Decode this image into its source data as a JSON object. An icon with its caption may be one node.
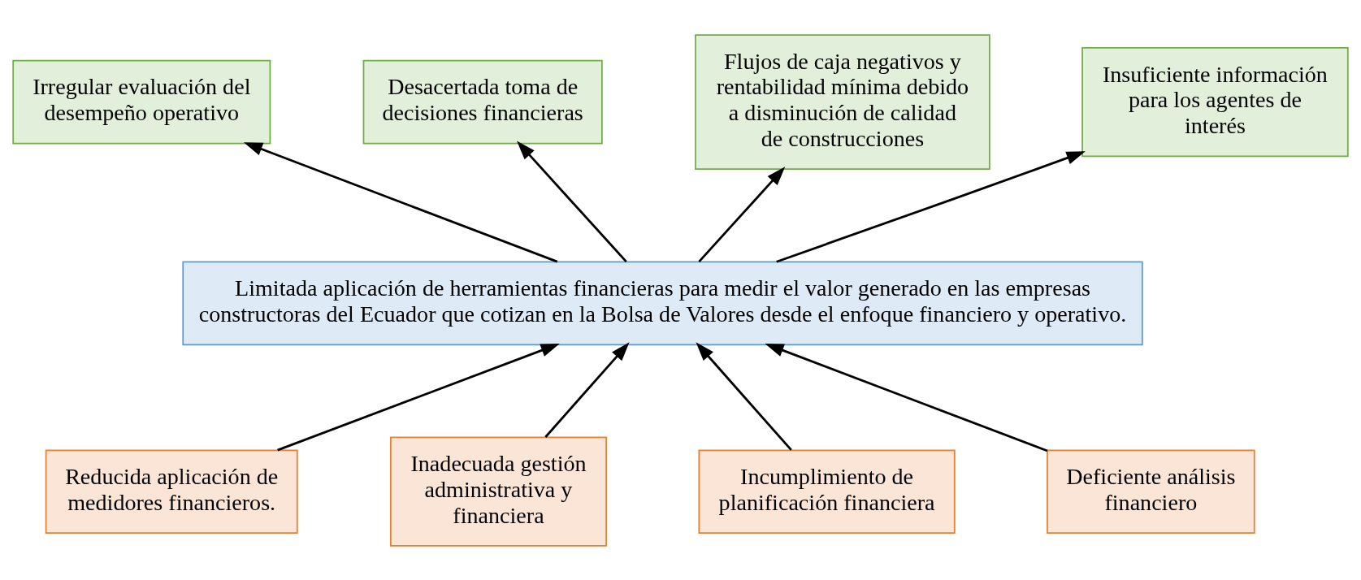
{
  "diagram": {
    "nodes": [
      {
        "text": [
          "Irregular evaluación del desempeño operativo"
        ]
      },
      {
        "text": [
          "Desacertada toma de decisiones financieras"
        ]
      },
      {
        "text": [
          "Flujos de caja negativos y rentabilidad mínima debido a disminución de calidad de construcciones"
        ]
      },
      {
        "text": [
          "Insuficiente información para los agentes de interés"
        ]
      },
      {
        "text": [
          "Limitada aplicación de herramientas financieras para medir el valor generado en las empresas constructoras del Ecuador que cotizan en la Bolsa de Valores desde el enfoque financiero y operativo."
        ]
      },
      {
        "text": [
          "Reducida aplicación de medidores financieros."
        ]
      },
      {
        "text": [
          "Inadecuada gestión administrativa y financiera"
        ]
      },
      {
        "text": [
          "Incumplimiento de planificación financiera"
        ]
      },
      {
        "text": [
          "Deficiente análisis financiero"
        ]
      }
    ],
    "edges": [
      {
        "from": 4,
        "to": 0,
        "arrow": "to"
      },
      {
        "from": 4,
        "to": 1,
        "arrow": "to"
      },
      {
        "from": 4,
        "to": 2,
        "arrow": "to"
      },
      {
        "from": 4,
        "to": 3,
        "arrow": "to"
      },
      {
        "from": 5,
        "to": 4,
        "arrow": "to"
      },
      {
        "from": 6,
        "to": 4,
        "arrow": "to"
      },
      {
        "from": 7,
        "to": 4,
        "arrow": "to"
      },
      {
        "from": 8,
        "to": 4,
        "arrow": "to"
      }
    ]
  }
}
